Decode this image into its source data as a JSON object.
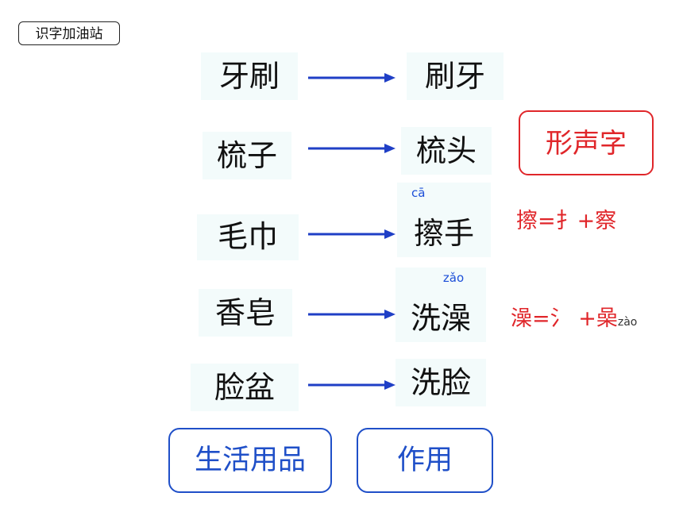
{
  "badge": "识字加油站",
  "pairs": [
    {
      "left": "牙刷",
      "right": "刷牙",
      "pinyin": ""
    },
    {
      "left": "梳子",
      "right": "梳头",
      "pinyin": ""
    },
    {
      "left": "毛巾",
      "right": "擦手",
      "pinyin": "cā"
    },
    {
      "left": "香皂",
      "right": "洗澡",
      "pinyin": "zǎo"
    },
    {
      "left": "脸盆",
      "right": "洗脸",
      "pinyin": ""
    }
  ],
  "xingsheng_label": "形声字",
  "formulas": {
    "ca": "擦=扌+察",
    "zao": "澡=氵 +喿",
    "zao_pinyin": "zào"
  },
  "categories": {
    "items": "生活用品",
    "usage": "作用"
  },
  "colors": {
    "arrow": "#1f3fc6",
    "accent_red": "#e0262a",
    "accent_blue": "#1f4fc8"
  }
}
